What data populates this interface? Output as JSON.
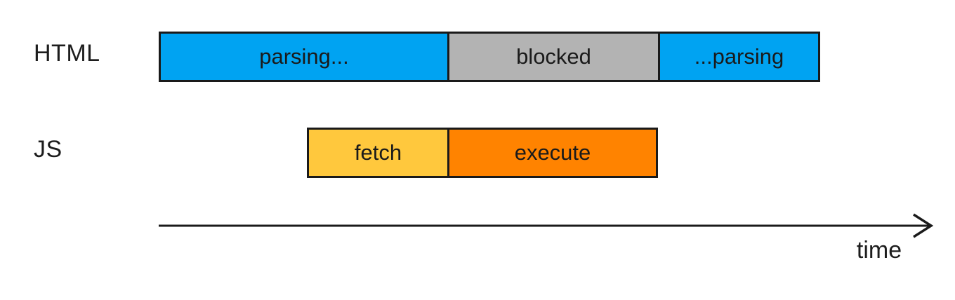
{
  "diagram": {
    "rows": [
      {
        "label": "HTML",
        "segments": [
          {
            "label": "parsing...",
            "color": "#00A3F2"
          },
          {
            "label": "blocked",
            "color": "#B3B3B3"
          },
          {
            "label": "...parsing",
            "color": "#00A3F2"
          }
        ]
      },
      {
        "label": "JS",
        "segments": [
          {
            "label": "fetch",
            "color": "#FFC83D"
          },
          {
            "label": "execute",
            "color": "#FF8300"
          }
        ]
      }
    ],
    "axis": {
      "label": "time"
    },
    "colors": {
      "outline": "#1A1A1A",
      "text": "#1A1A1A",
      "background": "#FFFFFF"
    }
  }
}
